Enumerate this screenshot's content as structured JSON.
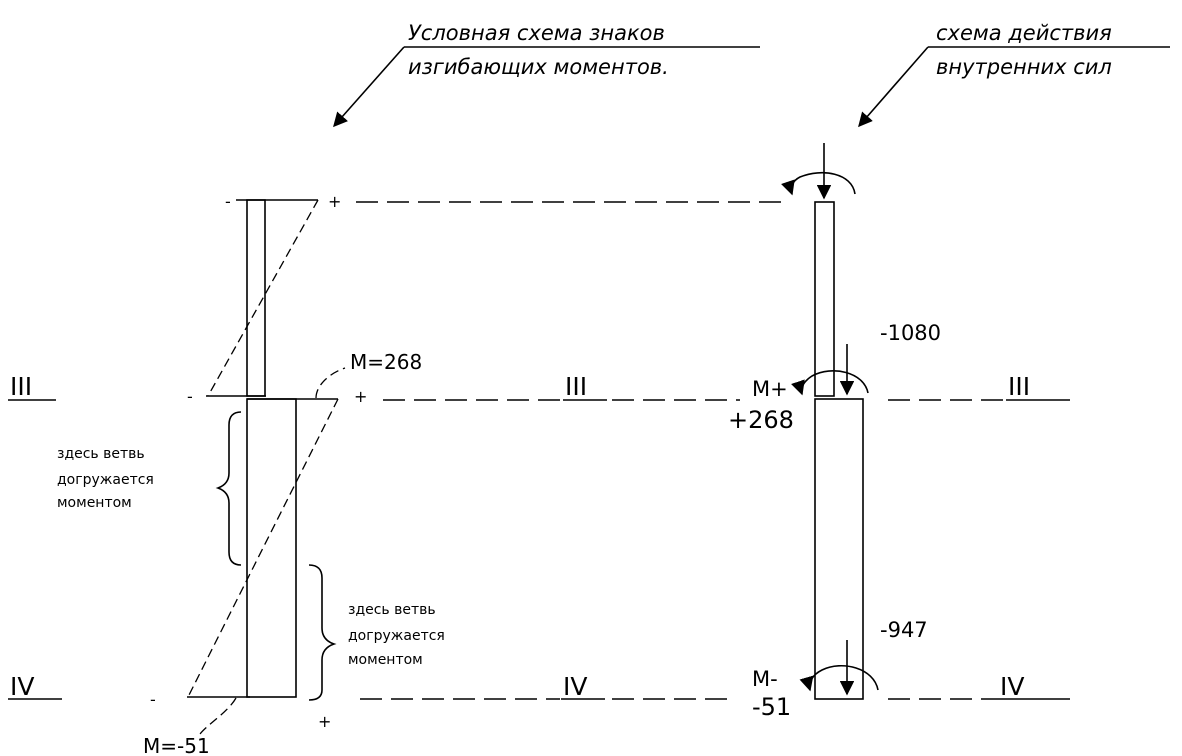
{
  "annotations": {
    "sign_scheme_line1": "Условная схема знаков",
    "sign_scheme_line2": "изгибающих моментов.",
    "forces_line1": "схема действия",
    "forces_line2": "внутренних сил"
  },
  "sections": {
    "iii": "III",
    "iv": "IV"
  },
  "moments": {
    "upper_label": "M=268",
    "lower_label": "M=-51"
  },
  "brace_notes": {
    "note_a": [
      "здесь ветвь",
      "догружается",
      "моментом"
    ],
    "note_b": [
      "здесь ветвь",
      "догружается",
      "моментом"
    ]
  },
  "signs": {
    "minus": "-",
    "plus": "+"
  },
  "forces": {
    "n_upper": "-1080",
    "n_lower": "-947",
    "m_upper_1": "M+",
    "m_upper_2": "+268",
    "m_lower_1": "M-",
    "m_lower_2": "-51"
  },
  "colors": {
    "ink": "#000000",
    "background": "#ffffff"
  }
}
